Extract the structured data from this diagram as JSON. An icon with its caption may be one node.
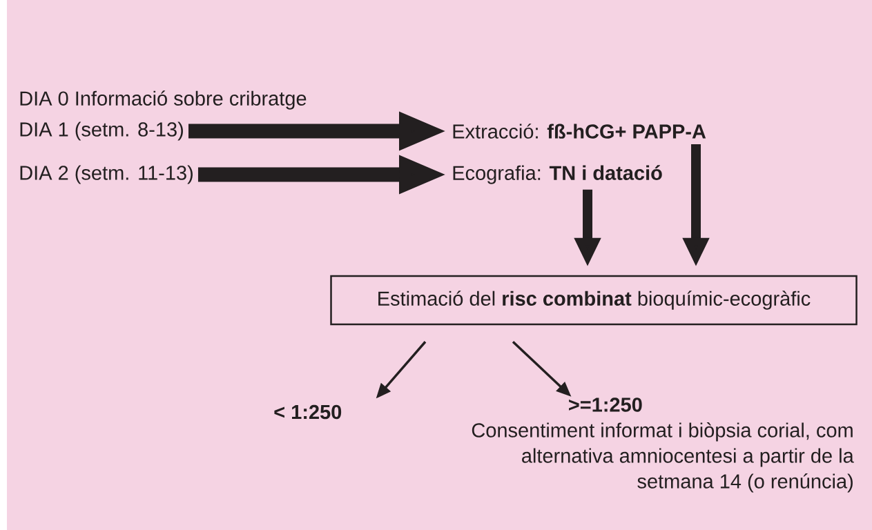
{
  "diagram": {
    "nodes": [
      {
        "text": [
          "DIA 1 (setm. 8-13)"
        ]
      },
      {
        "text": [
          "DIA 2 (setm. 11-13)"
        ]
      },
      {
        "text": [
          "Extracció: **fß-hCG+ PAPP-A**"
        ]
      },
      {
        "text": [
          "Ecografia: **TN i datació**"
        ]
      },
      {
        "text": [
          "Estimació del **risc combinat** bioquímic-ecogràfic"
        ]
      },
      {
        "text": [
          "< 1:250"
        ]
      },
      {
        "text": [
          ">=1:250",
          "Consentiment informat i biòpsia corial, com alternativa amniocentesi a partir de la setmana 14  (o renúncia)"
        ]
      }
    ],
    "edges": [
      {
        "from": 0,
        "to": 2,
        "arrow": "to"
      },
      {
        "from": 1,
        "to": 3,
        "arrow": "to"
      },
      {
        "from": 3,
        "to": 4,
        "arrow": "to"
      },
      {
        "from": 2,
        "to": 4,
        "arrow": "to"
      },
      {
        "from": 4,
        "to": 5,
        "arrow": "to"
      },
      {
        "from": 4,
        "to": 6,
        "arrow": "to"
      }
    ],
    "labels": [
      "DIA 0  Informació sobre cribratge"
    ]
  }
}
